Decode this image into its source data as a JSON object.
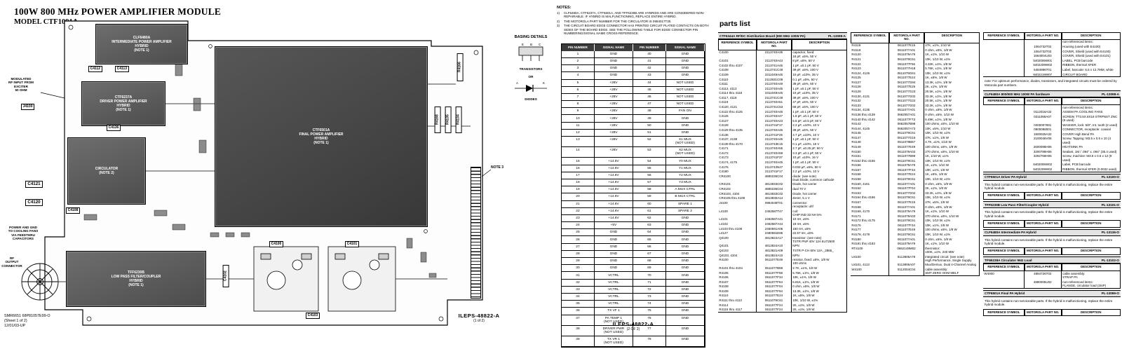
{
  "header": {
    "title": "100W 800 MHz POWER AMPLIFIER MODULE",
    "model": "MODEL CTF1091A"
  },
  "diagram": {
    "blocks": {
      "intermediate": "CLF6480A\nINTERMEDIATE POWER AMPLIFIER\nHYBRID\n(NOTE 1)",
      "driver": "CTF6237A\nDRIVER POWER AMPLIFIER\nHYBRID\n(NOTE 1)",
      "final": "CTF6501A\nFINAL POWER AMPLIFIER\nHYBRID\n(NOTE 1)",
      "circulator": "CIRCULATOR\n(NOTE 2)",
      "lpf": "TFF6230B\nLOW PASS FILTER/COUPLER\nHYBRID\n(NOTE 1)"
    },
    "labels": {
      "c4112": "C4112",
      "c4113": "C4113",
      "c4136": "C4136",
      "c4121": "C4121",
      "c4120": "C4120",
      "c4108": "C4108",
      "c4102": "C4102",
      "c4100": "C4100",
      "c4101": "C4101",
      "c4103": "C4103",
      "r4166": "R4166",
      "r4168": "R4168",
      "r4135": "R4135",
      "r4134": "R4134",
      "j4100": "J4100",
      "note3": "NOTE 3"
    },
    "callouts": {
      "rf_input": "MODULATED\nRF INPUT FROM\nEXCITER\n50 OHM",
      "fans": "POWER AND GND\nTO COOLING FANS\nVIA FEEDTHRU CAPACITORS",
      "rf_output": "RF\nOUTPUT CONNECTOR"
    },
    "basing": {
      "title": "BASING DETAILS",
      "transistors": "TRANSISTORS",
      "or": "OR",
      "diodes": "DIODES",
      "pin_e": "E",
      "pin_b": "B",
      "pin_c": "C",
      "pin_a": "A",
      "pin_k": "K"
    }
  },
  "footer": {
    "doc_lines": [
      "SMR6651 68P81057E99-O",
      "(Sheet 1 of 2)",
      "12/01/03-UP"
    ],
    "sheet1_code": "ILEPS-48822-A",
    "sheet1_sub": "(1 of 2)",
    "sheet2_code": "ILEPS-48822-A",
    "sheet2_sub": "(2 OF 2)"
  },
  "notes": {
    "heading": "NOTES:",
    "items": [
      [
        "1)",
        "CLF6480A, CTF6237A, CTF6501A, AND TFF6230B ARE HYBRIDS AND ARE CONSIDERED NON-REPAIRABLE. IF HYBRID IS MALFUNCTIONING, REPLACE ENTIRE HYBRID."
      ],
      [
        "2)",
        "THE MOTOROLA PART NUMBER FOR THE CIRCULATOR IS 0984017T30."
      ],
      [
        "3)",
        "THE CIRCUIT BOARD EDGE CONNECTOR HAS PRINTED CIRCUIT PLATED CONTACTS ON BOTH SIDES OF THE BOARD EDGE. SEE THE FOLLOWING TABLE FOR EDGE CONNECTOR PIN NUMBERING/SIGNAL NAME CROSS-REFERENCE."
      ]
    ]
  },
  "pin_table": {
    "headers": [
      "PIN NUMBER",
      "SIGNAL NAME",
      "PIN NUMBER",
      "SIGNAL NAME"
    ],
    "rows": [
      [
        "1",
        "GND",
        "40",
        "GND"
      ],
      [
        "2",
        "GND",
        "41",
        "GND"
      ],
      [
        "3",
        "GND",
        "42",
        "GND"
      ],
      [
        "4",
        "GND",
        "43",
        "GND"
      ],
      [
        "5",
        "+28V",
        "44",
        "NOT USED"
      ],
      [
        "6",
        "+28V",
        "45",
        "NOT USED"
      ],
      [
        "7",
        "+28V",
        "46",
        "NOT USED"
      ],
      [
        "8",
        "+28V",
        "47",
        "NOT USED"
      ],
      [
        "9",
        "+28V",
        "48",
        "FAN ON"
      ],
      [
        "10",
        "+28V",
        "49",
        "GND"
      ],
      [
        "11",
        "+28V",
        "50",
        "GND"
      ],
      [
        "12",
        "+28V",
        "51",
        "GND"
      ],
      [
        "13",
        "+28V",
        "52",
        "X1 MUX\n(NOT USED)"
      ],
      [
        "14",
        "+28V",
        "53",
        "X2 MUX\n(NOT USED)"
      ],
      [
        "15",
        "+14.6V",
        "54",
        "Y0 MUX"
      ],
      [
        "16",
        "+14.6V",
        "55",
        "Y1 MUX"
      ],
      [
        "17",
        "+14.6V",
        "56",
        "Y2 MUX"
      ],
      [
        "18",
        "+14.6V",
        "57",
        "Y3 MUX"
      ],
      [
        "19",
        "+14.6V",
        "58",
        "A MUX CTRL"
      ],
      [
        "20",
        "+14.6V",
        "59",
        "B MUX CTRL"
      ],
      [
        "21",
        "+14.6V",
        "60",
        "SPARE 1"
      ],
      [
        "22",
        "+14.6V",
        "61",
        "SPARE 2"
      ],
      [
        "23",
        "+14.6V",
        "62",
        "GND"
      ],
      [
        "24",
        "+5V",
        "63",
        "GND"
      ],
      [
        "25",
        "GND",
        "64",
        "GND"
      ],
      [
        "26",
        "GND",
        "65",
        "GND"
      ],
      [
        "27",
        "GND",
        "66",
        "GND"
      ],
      [
        "28",
        "GND",
        "67",
        "GND"
      ],
      [
        "29",
        "GND",
        "68",
        "GND"
      ],
      [
        "30",
        "GND",
        "69",
        "GND"
      ],
      [
        "31",
        "VCTRL",
        "70",
        "GND"
      ],
      [
        "32",
        "VCTRL",
        "71",
        "GND"
      ],
      [
        "33",
        "VCTRL",
        "72",
        "GND"
      ],
      [
        "34",
        "VCTRL",
        "73",
        "GND"
      ],
      [
        "35",
        "VCTRL",
        "74",
        "GND"
      ],
      [
        "36",
        "TX VF 1",
        "75",
        "GND"
      ],
      [
        "37",
        "PA TEMP 1\n(NOT USED)",
        "76",
        "GND"
      ],
      [
        "38",
        "DRIVER PWR\n(NOT USED)",
        "77",
        "GND"
      ],
      [
        "39",
        "TX VR 1\n(NOT USED)",
        "78",
        "GND"
      ]
    ]
  },
  "parts": {
    "heading": "parts list",
    "headers": [
      "REFERENCE SYMBOL",
      "MOTOROLA PART NO.",
      "DESCRIPTION"
    ],
    "board_table": {
      "title": "CTF6344A  RF/DC Distribution Board (800 MHz 100W PA)",
      "pl": "PL-13099-A"
    },
    "col1_rows": [
      [
        "C4100",
        "2113740A35",
        "capacitor, fixed:\n18 pF, ±5%, 50 V"
      ],
      [
        "C4101",
        "2113740A43",
        "8 pF, ±5%, 50 V"
      ],
      [
        "C4102 thru 4107",
        "2113741A45",
        "1 pF, ±0.1 pF, 50 V"
      ],
      [
        "C4108",
        "2113741C49",
        "39 pF, ±5%, 100 V"
      ],
      [
        "C4109",
        "2311049A45",
        "10 μF, ±10%, 35 V"
      ],
      [
        "C4110",
        "2113931C09",
        "0.1 μF, ±5%, 50 V"
      ],
      [
        "C4111",
        "2113740A49",
        "39 pF, ±5%, 50 V"
      ],
      [
        "C4112, 4113",
        "2113740A45",
        "1 pF, ±0.1 pF, 50 V"
      ],
      [
        "C4114 thru 4116",
        "2311049A45",
        "10 μF, ±10%, 35 V"
      ],
      [
        "C4117, 4118",
        "2113741C49",
        "39 pF, ±5%, 100 V"
      ],
      [
        "C4119",
        "2113740A51",
        "47 pF, ±5%, 50 V"
      ],
      [
        "C4120, 4121",
        "2113741C53",
        "68 pF, ±5%, 100 V"
      ],
      [
        "C4122 thru 4125",
        "2113740A45",
        "1 pF, ±0.1 pF, 50 V"
      ],
      [
        "C4126",
        "2113740A47",
        "1.8 pF, ±0.1 pF, 50 V"
      ],
      [
        "C4127",
        "2113740A23",
        "5.6 pF, ±0.5 pF, 50 V"
      ],
      [
        "C4128",
        "2113741F17",
        "2.2 μF, ±10%, 10 V"
      ],
      [
        "C4129 thru 4135",
        "2113740A45",
        "39 pF, ±5%, 50 V"
      ],
      [
        "C4136",
        "2113741F25",
        "4.7 μF, ±10%, 10 V"
      ],
      [
        "C4137, 4138",
        "2113740A45",
        "1 pF, ±0.1 pF, 50 V"
      ],
      [
        "C4139 thru 4170",
        "2113743K15",
        "0.1 μF, ±10%, 16 V"
      ],
      [
        "C4171",
        "2113740A55",
        "2.7 pF, ±0.25 pF, 50 V"
      ],
      [
        "C4172",
        "2113740A59",
        "3.3 pF, ±0.1 pF, 50 V"
      ],
      [
        "C4173",
        "2113741F37",
        "10 μF, ±10%, 16 V"
      ],
      [
        "C4174, 4175",
        "2113740A45",
        "1 pF, ±0.1 pF, 50 V"
      ],
      [
        "C4176",
        "2113743N47",
        "0.033 μF, ±5%, 50 V"
      ],
      [
        "C4180",
        "2113741F17",
        "2.2 μF, ±10%, 10 V"
      ],
      [
        "CR4100",
        "4880236C04",
        "diode: (see note)\nDual Diode, common cathode"
      ],
      [
        "CR4101",
        "4813833C02",
        "Diode, hot carrier"
      ],
      [
        "CR4102",
        "4880236C04",
        "dual 70 V"
      ],
      [
        "CR4103, 4104",
        "4813833C02",
        "Diode, hot carrier"
      ],
      [
        "CR4105 thru 4108",
        "4813830A14",
        "Zener, 5.1 V"
      ],
      [
        "J4100",
        "0984048T01",
        "connector:\nreceptacle: uhf"
      ],
      [
        "L4100",
        "2462587T47",
        "coil:\nCHIP IND 33 NH 5%"
      ],
      [
        "L4101",
        "2462587A41",
        "10 nH, ±5%"
      ],
      [
        "L4102",
        "2462587A44",
        "18 nH, ±5%"
      ],
      [
        "L4103 thru 4108",
        "2460591A06",
        "150 nH, ±5%"
      ],
      [
        "L4127",
        "2480591E85",
        "22.57 nH, ±5%"
      ],
      [
        "Q4100",
        "4813824A17",
        "transistor: (see note)\nTSTR PNP 40V 12A 6U72500"
      ],
      [
        "Q4101",
        "4813824A10",
        "NPN"
      ],
      [
        "Q4102",
        "4813821A09",
        "TSTR P-CH 60V 12A _2865_"
      ],
      [
        "Q4103, 4104",
        "4813824A10",
        "NPN"
      ],
      [
        "R4100",
        "0611077E49",
        "resistor, fixed: ±5%, 1/8 W\n100 ohms"
      ],
      [
        "R4101 thru 4104",
        "0611077B58",
        "2.7K, ±1%, 1/8 W"
      ],
      [
        "R4105",
        "0611077F58",
        "5.76K, ±1%, 1/8 W"
      ],
      [
        "R4106",
        "0611077F34",
        "10K, ±1%, 1/8 W"
      ],
      [
        "R4107",
        "0611077F64",
        "6.81K, ±1%, 1/8 W"
      ],
      [
        "R4108",
        "0611077F04",
        "0 ohm, ±5%, 1/8 W"
      ],
      [
        "R4109",
        "0611077F94",
        "13.3K, ±1%, 1/8 W"
      ],
      [
        "R4110",
        "0611077E24",
        "1K, ±5%, 1/8 W"
      ],
      [
        "R4111 thru 4113",
        "0611079C61",
        "10K, 1/10 W, ±1%"
      ],
      [
        "R4114",
        "0611077F24",
        "2K, ±1%, 1/8 W"
      ],
      [
        "R4115 thru 4117",
        "0611077F24",
        "2K, ±1%, 1/8 W"
      ]
    ],
    "col2_rows": [
      [
        "R4118",
        "0611077E15",
        "47K, ±1%, 1/10 W"
      ],
      [
        "R4119",
        "0611077A01",
        "0 ohm, ±5%, 1/8 W"
      ],
      [
        "R4120",
        "0611079A79",
        "1K, ±1%, 1/10 W"
      ],
      [
        "R4121",
        "0611079C61",
        "10K, 1/10 W, ±1%"
      ],
      [
        "R4122",
        "0611077F56",
        "4.32K, ±1%, 1/8 W"
      ],
      [
        "R4123",
        "0611077H18",
        "5.76K, ±1%, 1/8 W"
      ],
      [
        "R4124, 4126",
        "0611079G61",
        "10K, 1/10 W, ±1%"
      ],
      [
        "R4125",
        "0611077E24",
        "1K, ±5%, 1/8 W"
      ],
      [
        "R4127",
        "0611077G84",
        "13.3K, ±1%, 1/8 W"
      ],
      [
        "R4128",
        "0611077E25",
        "2K, ±1%, 1/8 W"
      ],
      [
        "R4129",
        "0611077G23",
        "20.5K, ±1%, 1/8 W"
      ],
      [
        "R4130, 4131",
        "0611077G02",
        "33.2K, ±1%, 1/8 W"
      ],
      [
        "R4132",
        "0611077G22",
        "20.5K, ±1%, 1/8 W"
      ],
      [
        "R4133",
        "0611077G02",
        "33.2K, ±1%, 1/8 W"
      ],
      [
        "R4134, 4135",
        "0611077A01",
        "0 ohm, ±5%, 1/8 W"
      ],
      [
        "R4136 thru 4139",
        "0662057A01",
        "0 ohm, ±5%, 1/10 W"
      ],
      [
        "R4140 thru 4142",
        "0611077F73",
        "6.49K, ±1%, 1/8 W"
      ],
      [
        "R4143",
        "0662057B98",
        "100 ohms, ±5%, 1/10 W"
      ],
      [
        "R4144, 4145",
        "0662057A73",
        "10K, ±5%, 1/10 W"
      ],
      [
        "R4146",
        "0611079C61",
        "10K, 1/10 W, ±1%"
      ],
      [
        "R4147",
        "0611077G15",
        "47K, ±1%, 1/8 W"
      ],
      [
        "R4148",
        "0611079B57",
        "4.7K, ±1%, 1/10 W"
      ],
      [
        "R4149",
        "0611077E49",
        "100 ohms, ±5%, 1/8 W"
      ],
      [
        "R4150",
        "0611079A03",
        "270 ohms, ±5%, 1/10 W"
      ],
      [
        "R4151",
        "0611077B98",
        "1K, 1/10 W, ±1%"
      ],
      [
        "R4152 thru 4155",
        "0611079C61",
        "10K, 1/10 W, ±1%"
      ],
      [
        "R4156",
        "0611079A79",
        "1K, ±1%, 1/10 W"
      ],
      [
        "R4157",
        "0611077F34",
        "10K, ±1%, 1/8 W"
      ],
      [
        "R4158",
        "0611077E24",
        "1K, ±5%, 1/8 W"
      ],
      [
        "R4159",
        "0611079C61",
        "10K, 1/10 W, ±1%"
      ],
      [
        "R4160, 4161",
        "0611077A01",
        "0 ohm, ±5%, 1/8 W"
      ],
      [
        "R4162",
        "0611077F04",
        "2K, ±1%, 1/8 W"
      ],
      [
        "R4163",
        "0611077G02",
        "33.2K, ±1%, 1/8 W"
      ],
      [
        "R4164 thru 4166",
        "0611079C61",
        "10K, 1/10 W, ±1%"
      ],
      [
        "R4167",
        "0611077E15",
        "47K, ±5%, 1/8 W"
      ],
      [
        "R4168",
        "0611077A01",
        "0 ohm, ±5%, 1/8 W"
      ],
      [
        "R4169, 4170",
        "0611079A79",
        "1K, ±1%, 1/10 W"
      ],
      [
        "R4171",
        "0611079A03",
        "270 ohms, ±5%, 1/10 W"
      ],
      [
        "R4172 thru 4175",
        "0611079C61",
        "10K, 1/10 W, ±1%"
      ],
      [
        "R4176",
        "0611077F34",
        "10K, ±1%, 1/8 W"
      ],
      [
        "R4177",
        "0611077E49",
        "100 ohms, ±5%, 1/8 W"
      ],
      [
        "R4178, 4179",
        "0611079C61",
        "10K, 1/10 W, ±1%"
      ],
      [
        "R4180",
        "0611077A01",
        "0 ohm, ±5%, 1/8 W"
      ],
      [
        "R4181 thru 4183",
        "0611079A79",
        "1K, ±1%, 1/10 W"
      ],
      [
        "RT4100",
        "0662149M02",
        "thermistor:\n100K, ±1%, 240 MW"
      ],
      [
        "U4100",
        "5113805A78",
        "integrated circuit: (see note)\nHigh Performance, Single Supply"
      ],
      [
        "U4101, 4113",
        "5113806A07",
        "Mux/Demux, Dual 4-Channel Analog"
      ],
      [
        "W4100",
        "0112004C04",
        "cable assembly:\nSMT ZERO OHM MELF"
      ]
    ],
    "col3_top_rows": [
      [
        "",
        "",
        "non-referenced items:"
      ],
      [
        "",
        "1064732T02",
        "Housing (used with E4100)"
      ],
      [
        "",
        "1064732T03",
        "COVER, Shield (used with E4100)"
      ],
      [
        "",
        "1564004U03",
        "COVER, Shield (used with E4101)"
      ],
      [
        "",
        "5402006W01",
        "LABEL, PCB barcode"
      ],
      [
        "",
        "5402209W02",
        "RIBBON, thermal XFER"
      ],
      [
        "",
        "5484986T01",
        "Label, barcode: 6.5 x 12.7MM, white"
      ],
      [
        "",
        "8402219W07",
        "CIRCUIT BOARD"
      ]
    ],
    "order_note": "note: For optimum performance, diodes, transistors, and integrated circuits must be ordered by Motorola part numbers.",
    "hardware_table": {
      "title": "CLF6480A  800/900 MHz 100W PA hardware",
      "pl": "PL-13098-A",
      "rows": [
        [
          "",
          "",
          "non-referenced items:"
        ],
        [
          "",
          "0112016A32",
          "ASSEM PA COOLING FANS"
        ],
        [
          "",
          "0311059A07",
          "SCREW, TT3.5X.8X18 STRPNST ZNC (9 used)"
        ],
        [
          "",
          "0400007691",
          "WASHER, lock: 5/8\", Int. tooth (2 used)"
        ],
        [
          "",
          "0900098001",
          "CONNECTOR, receptacle: coaxial"
        ],
        [
          "",
          "1500025A32",
          "COVER High Bend PA"
        ],
        [
          "",
          "2100046V05",
          "Screw, Tapping: M3.5 x 0.6 x 10 (4 used)"
        ],
        [
          "",
          "2600098H06",
          "HEATSINK PA"
        ],
        [
          "",
          "3200788H06",
          "Sealant, 1M / .094\" x .094\" (35.4 used)"
        ],
        [
          "",
          "3292769H06",
          "Screw, machine: M3.5 x 0.6 x 12 (9 used)"
        ],
        [
          "",
          "5402006W02",
          "Label, PCB barcode"
        ],
        [
          "",
          "5402209W02",
          "RIBBON, thermal XFER (0.0032 used)"
        ]
      ]
    },
    "sections": [
      {
        "title": "CTF6501A  Driver PA Hybrid",
        "pl": "PL-13100-O",
        "note": "This hybrid contains non-serviceable parts. If the hybrid is malfunctioning, replace the entire hybrid module."
      },
      {
        "title": "TFF6230B  Low Pass Filter/Coupler Hybrid",
        "pl": "PL-13101-O",
        "note": "This hybrid contains non-serviceable parts. If the hybrid is malfunctioning, replace the entire hybrid module."
      },
      {
        "title": "CLF6480A  Intermediate PA Hybrid",
        "pl": "PL-13136-O",
        "note": "This hybrid contains non-serviceable parts. If the hybrid is malfunctioning, replace the entire hybrid module."
      },
      {
        "title": "TFN6238A  Circulator 96Ω Load",
        "pl": "PL-13102-O",
        "rows": [
          [
            "W4000",
            "4884726T02",
            "cable assembly:\nSTRAP PA"
          ],
          [
            "",
            "4880005U02",
            "non-referenced items:\nFLANGE, circulator load (3/4P)"
          ]
        ]
      },
      {
        "title": "CTF6501A  Final PA Hybrid",
        "pl": "PL-13099-O",
        "note": "This hybrid contains non-serviceable parts. If the hybrid is malfunctioning, replace the entire hybrid module."
      }
    ]
  }
}
